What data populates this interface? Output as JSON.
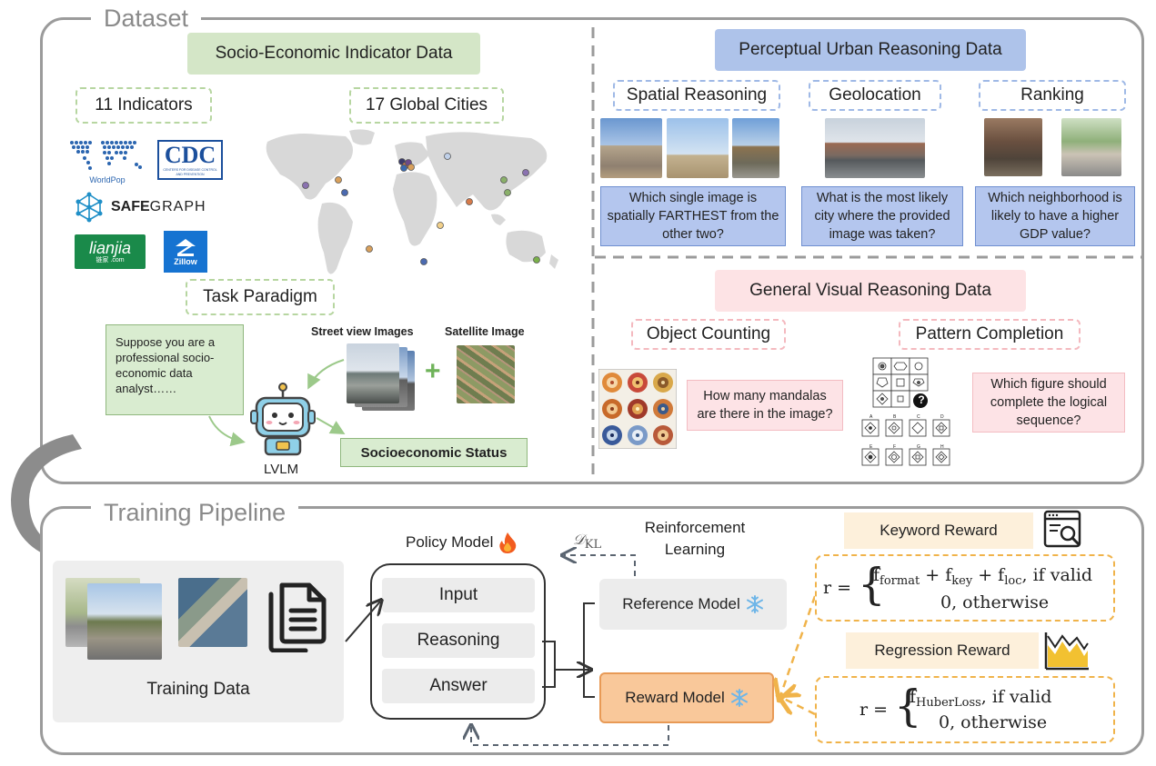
{
  "dataset": {
    "title": "Dataset",
    "socio": {
      "header": "Socio-Economic Indicator Data",
      "indicators_label": "11 Indicators",
      "cities_label": "17 Global Cities",
      "task_label": "Task Paradigm",
      "logos": {
        "worldpop": "WorldPop",
        "cdc": "CDC",
        "cdc_sub": "CENTERS FOR DISEASE CONTROL AND PREVENTION",
        "safegraph_a": "SAFE",
        "safegraph_b": "GRAPH",
        "lianjia": "lianjia",
        "lianjia_sub": "链家 .com",
        "zillow": "Zillow"
      },
      "prompt_text": "Suppose you are a professional socio-economic data analyst……",
      "street_view_label": "Street view Images",
      "satellite_label": "Satellite Image",
      "lvlm_label": "LVLM",
      "status_label": "Socioeconomic Status",
      "plus_symbol": "+"
    },
    "perceptual": {
      "header": "Perceptual Urban Reasoning Data",
      "spatial_label": "Spatial Reasoning",
      "geo_label": "Geolocation",
      "ranking_label": "Ranking",
      "spatial_q": "Which single image is spatially FARTHEST from the other two?",
      "geo_q": "What is the most likely city where the provided image was taken?",
      "rank_q": "Which neighborhood is likely to have a higher GDP value?"
    },
    "general": {
      "header": "General Visual Reasoning Data",
      "counting_label": "Object Counting",
      "pattern_label": "Pattern Completion",
      "counting_q": "How many mandalas are there in the image?",
      "pattern_q": "Which figure should complete the logical sequence?",
      "question_mark": "?",
      "option_letters": [
        "A",
        "B",
        "C",
        "D",
        "E",
        "F",
        "G",
        "H"
      ]
    }
  },
  "training": {
    "title": "Training Pipeline",
    "training_data_label": "Training Data",
    "policy_label": "Policy Model",
    "kl_label": "𝒟",
    "kl_sub": "KL",
    "rl_label_1": "Reinforcement",
    "rl_label_2": "Learning",
    "input_label": "Input",
    "reasoning_label": "Reasoning",
    "answer_label": "Answer",
    "reference_label": "Reference Model",
    "reward_label": "Reward Model",
    "keyword_reward_label": "Keyword Reward",
    "regression_reward_label": "Regression Reward",
    "keyword_formula": {
      "lhs": "r =",
      "f1": "f",
      "f1_sub": "format",
      "plus1": " + ",
      "f2": "f",
      "f2_sub": "key",
      "plus2": " + ",
      "f3": "f",
      "f3_sub": "loc",
      "cond": ", if valid",
      "otherwise": "0, otherwise"
    },
    "regression_formula": {
      "lhs": "r =",
      "f1": "f",
      "f1_sub": "HuberLoss",
      "cond": ", if valid",
      "otherwise": "0, otherwise"
    }
  },
  "colors": {
    "panel_border": "#9b9b9b",
    "green_tag": "#d4e6c7",
    "blue_tag": "#aec3ea",
    "pink_tag": "#fde3e5",
    "question_blue": "#b4c6ee",
    "reward_orange": "#f9c89a",
    "reward_dash": "#f0b34a"
  },
  "icons": {
    "fire": "fire-icon",
    "snowflake": "snowflake-icon",
    "document": "document-icon",
    "robot": "robot-icon",
    "search_doc": "search-document-icon",
    "area_chart": "area-chart-icon"
  }
}
